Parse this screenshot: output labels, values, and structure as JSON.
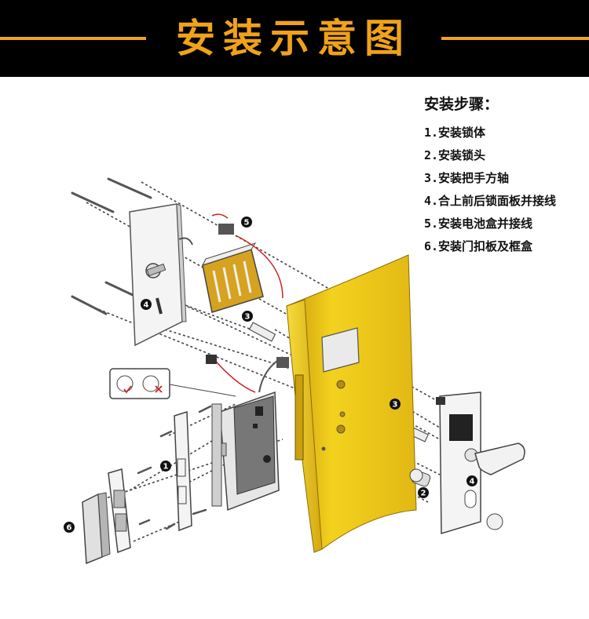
{
  "header": {
    "title": "安装示意图"
  },
  "steps": {
    "heading": "安装步骤：",
    "items": [
      "1.安装锁体",
      "2.安装锁头",
      "3.安装把手方轴",
      "4.合上前后锁面板并接线",
      "5.安装电池盒并接线",
      "6.安装门扣板及框盒"
    ]
  },
  "callouts": [
    "1",
    "2",
    "3",
    "3",
    "4",
    "4",
    "5",
    "6"
  ],
  "icons": {
    "check": "check-mark-icon",
    "cross": "cross-mark-icon"
  },
  "colors": {
    "accent": "#f0a21a",
    "door": "#e8c21a",
    "badge": "#111111"
  }
}
